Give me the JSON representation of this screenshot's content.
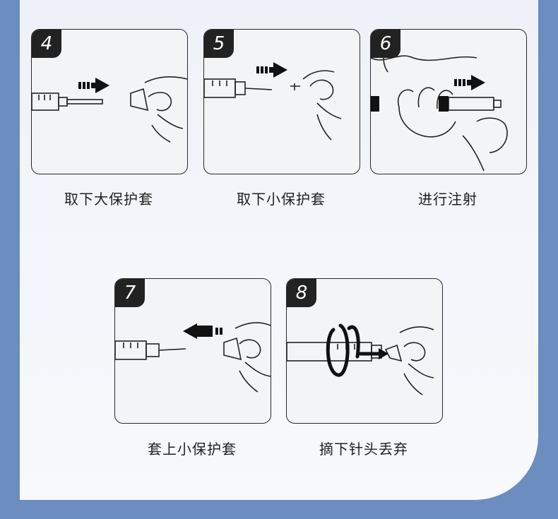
{
  "steps": [
    {
      "number": "4",
      "caption": "取下大保护套"
    },
    {
      "number": "5",
      "caption": "取下小保护套"
    },
    {
      "number": "6",
      "caption": "进行注射"
    },
    {
      "number": "7",
      "caption": "套上小保护套"
    },
    {
      "number": "8",
      "caption": "摘下针头丢弃"
    }
  ]
}
